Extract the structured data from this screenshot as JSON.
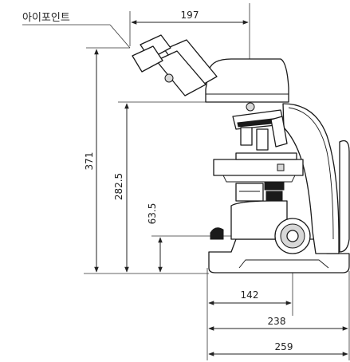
{
  "eyepoint_label": "아이포인트",
  "dimensions": {
    "top_width": "197",
    "total_height": "371",
    "stage_height": "282.5",
    "focus_knob_height": "63.5",
    "knob_to_optical": "142",
    "base_depth": "238",
    "overall_depth": "259"
  },
  "colors": {
    "line": "#1a1a1a",
    "text": "#222222",
    "background": "#ffffff"
  }
}
